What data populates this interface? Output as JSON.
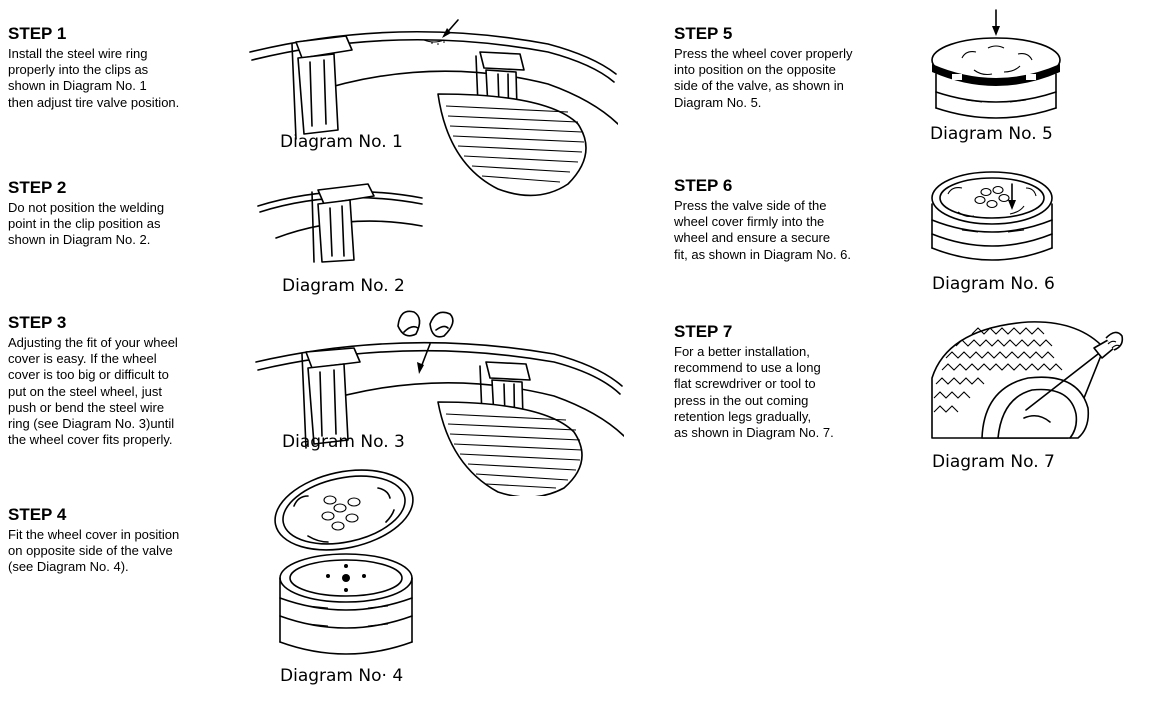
{
  "steps": [
    {
      "title": "STEP 1",
      "text": "Install the steel wire ring\nproperly into the clips as\nshown in Diagram No. 1\nthen adjust tire valve position."
    },
    {
      "title": "STEP 2",
      "text": "Do not position the welding\npoint in the clip position as\nshown in Diagram No. 2."
    },
    {
      "title": "STEP 3",
      "text": "Adjusting the fit of your wheel\ncover is easy.  If the wheel\ncover is too big or difficult to\nput on the steel wheel, just\npush or bend the  steel wire\nring (see Diagram No. 3)until\nthe wheel cover fits properly."
    },
    {
      "title": "STEP 4",
      "text": "Fit the wheel cover in position\non opposite side of the valve\n(see Diagram No. 4)."
    },
    {
      "title": "STEP 5",
      "text": "Press the wheel cover properly\ninto position on the opposite\nside of the valve, as shown in\nDiagram No. 5."
    },
    {
      "title": "STEP 6",
      "text": "Press the valve side of the\nwheel cover firmly into the\nwheel and ensure a secure\nfit, as shown in Diagram No. 6."
    },
    {
      "title": "STEP 7",
      "text": "For a better installation,\nrecommend to use a long\nflat screwdriver or tool to\npress in the out coming\nretention legs gradually,\nas shown in Diagram No. 7."
    }
  ],
  "diagrams": [
    {
      "caption": "Diagram No. 1",
      "icon": "wire-ring-clip-illustration"
    },
    {
      "caption": "Diagram No. 2",
      "icon": "welding-point-clip-illustration"
    },
    {
      "caption": "Diagram No. 3",
      "icon": "bend-wire-ring-illustration"
    },
    {
      "caption": "Diagram No· 4",
      "icon": "fit-wheel-cover-illustration"
    },
    {
      "caption": "Diagram No. 5",
      "icon": "press-cover-illustration"
    },
    {
      "caption": "Diagram No. 6",
      "icon": "press-valve-side-illustration"
    },
    {
      "caption": "Diagram No. 7",
      "icon": "screwdriver-tire-illustration"
    }
  ]
}
